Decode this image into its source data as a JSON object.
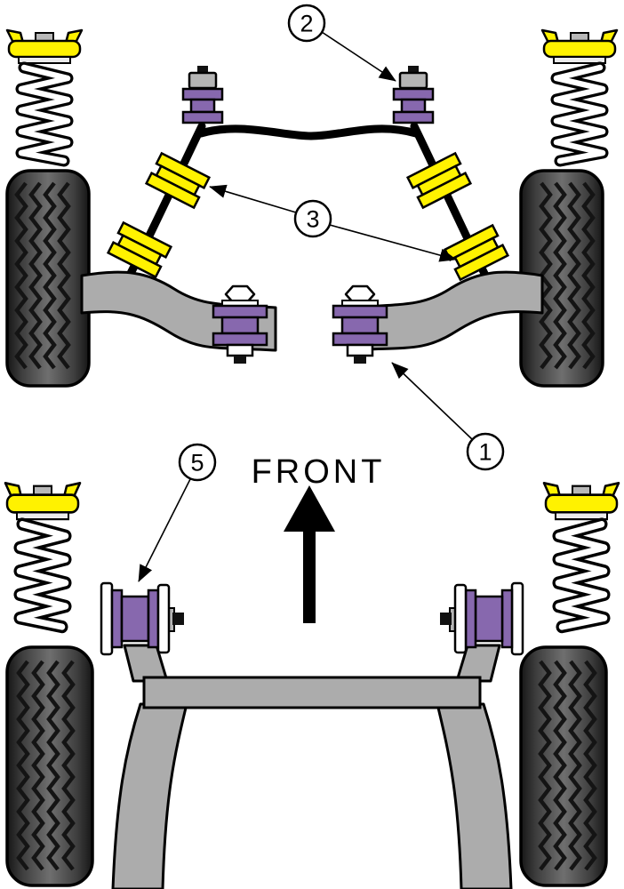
{
  "diagram": {
    "front_label": "FRONT",
    "callouts": [
      {
        "id": "callout-2",
        "number": "2"
      },
      {
        "id": "callout-3",
        "number": "3"
      },
      {
        "id": "callout-1",
        "number": "1"
      },
      {
        "id": "callout-5",
        "number": "5"
      }
    ],
    "colors": {
      "bush_purple": "#8768AE",
      "bush_yellow": "#FFF200",
      "metal_gray": "#ACACAC",
      "nut_gray": "#B5B5B5",
      "tire_dark": "#3B3B3B",
      "outline": "#000000",
      "background": "#FFFFFF"
    }
  }
}
